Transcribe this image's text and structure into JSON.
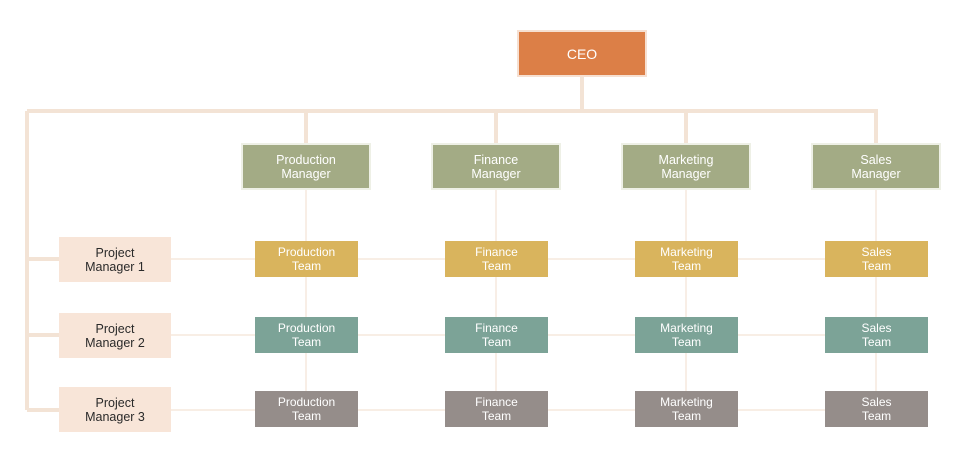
{
  "colors": {
    "ceo": "#dc7f47",
    "manager": "#a3ab85",
    "row1_team": "#d9b45d",
    "row2_team": "#7ca397",
    "row3_team": "#958d8a",
    "project_manager": "#f8e5d8",
    "connector": "#f3e3d5"
  },
  "ceo": {
    "label": "CEO"
  },
  "managers": [
    {
      "label": "Production\nManager"
    },
    {
      "label": "Finance\nManager"
    },
    {
      "label": "Marketing\nManager"
    },
    {
      "label": "Sales\nManager"
    }
  ],
  "project_managers": [
    {
      "label": "Project\nManager 1"
    },
    {
      "label": "Project\nManager 2"
    },
    {
      "label": "Project\nManager 3"
    }
  ],
  "teams": [
    [
      {
        "label": "Production\nTeam"
      },
      {
        "label": "Finance\nTeam"
      },
      {
        "label": "Marketing\nTeam"
      },
      {
        "label": "Sales\nTeam"
      }
    ],
    [
      {
        "label": "Production\nTeam"
      },
      {
        "label": "Finance\nTeam"
      },
      {
        "label": "Marketing\nTeam"
      },
      {
        "label": "Sales\nTeam"
      }
    ],
    [
      {
        "label": "Production\nTeam"
      },
      {
        "label": "Finance\nTeam"
      },
      {
        "label": "Marketing\nTeam"
      },
      {
        "label": "Sales\nTeam"
      }
    ]
  ]
}
